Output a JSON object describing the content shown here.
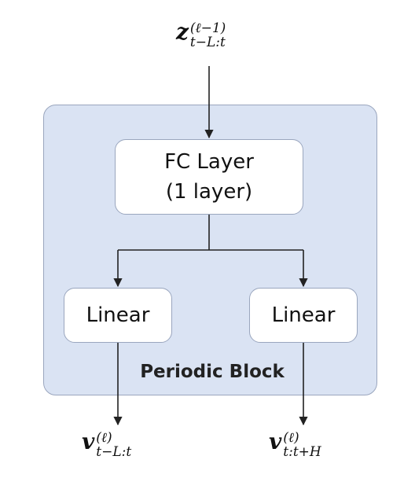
{
  "input_label": {
    "base": "z",
    "sup": "(ℓ−1)",
    "sub": "t−L:t"
  },
  "fc_layer": {
    "line1": "FC Layer",
    "line2": "(1 layer)"
  },
  "linear_left": "Linear",
  "linear_right": "Linear",
  "block_title": "Periodic Block",
  "output_left": {
    "base": "v",
    "sup": "(ℓ)",
    "sub": "t−L:t"
  },
  "output_right": {
    "base": "v",
    "sup": "(ℓ)",
    "sub": "t:t+H"
  },
  "colors": {
    "block_fill": "#dae3f3",
    "block_stroke": "#9aa6be",
    "box_fill": "#ffffff",
    "arrow": "#222222"
  }
}
